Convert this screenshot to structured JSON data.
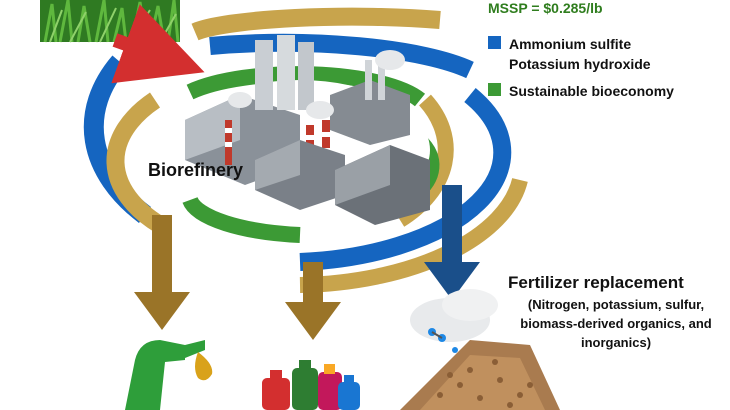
{
  "mssp_text": "MSSP = $0.285/lb",
  "legend": [
    {
      "lines": [
        "Ammonium sulfite",
        "Potassium hydroxide"
      ],
      "color": "#1565c0"
    },
    {
      "lines": [
        "Sustainable bioeconomy"
      ],
      "color": "#3c9a35"
    }
  ],
  "biorefinery_label": "Biorefinery",
  "fertilizer": {
    "title": "Fertilizer replacement",
    "description": "(Nitrogen, potassium, sulfur, biomass-derived organics, and inorganics)"
  },
  "colors": {
    "gold": "#c8a44c",
    "blue": "#1565c0",
    "green": "#3c9a35",
    "red_arrow": "#d32f2f",
    "brown_arrow": "#9a7428"
  },
  "icons": [
    "crop-icon",
    "biorefinery-icon",
    "fuel-nozzle-icon",
    "chemical-bottles-icon",
    "fertilizer-pellets-icon"
  ]
}
